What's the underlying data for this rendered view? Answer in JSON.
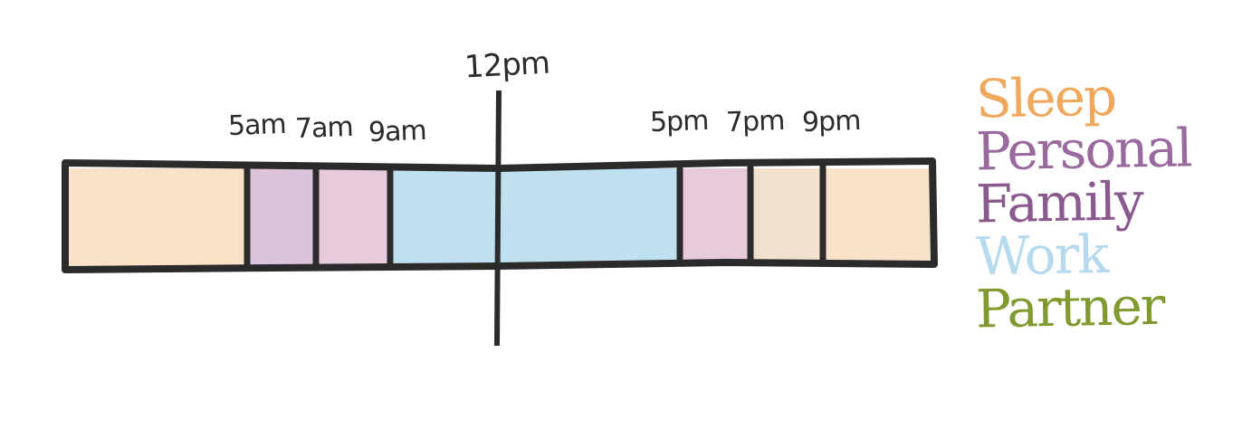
{
  "timeline": {
    "noon_label": "12pm",
    "time_labels": [
      "5am",
      "7am",
      "9am",
      "5pm",
      "7pm",
      "9pm"
    ],
    "segments": [
      {
        "category": "Sleep",
        "color": "#f8e3c9"
      },
      {
        "category": "Personal",
        "color": "#dbc3dc"
      },
      {
        "category": "Family",
        "color": "#e7cbdb"
      },
      {
        "category": "Work",
        "color": "#bfe1ef"
      },
      {
        "category": "Work",
        "color": "#bfe1ef"
      },
      {
        "category": "Family",
        "color": "#e7cbdb"
      },
      {
        "category": "Sleep",
        "color": "#efe1cc"
      },
      {
        "category": "Sleep",
        "color": "#f8e3c9"
      }
    ]
  },
  "legend": {
    "items": [
      {
        "label": "Sleep",
        "color": "#efa85c"
      },
      {
        "label": "Personal",
        "color": "#9a6a9e"
      },
      {
        "label": "Family",
        "color": "#8a5a8e"
      },
      {
        "label": "Work",
        "color": "#b5daf0"
      },
      {
        "label": "Partner",
        "color": "#7f9a2e"
      }
    ]
  },
  "colors": {
    "ink": "#2b2b2b",
    "background": "#ffffff"
  }
}
